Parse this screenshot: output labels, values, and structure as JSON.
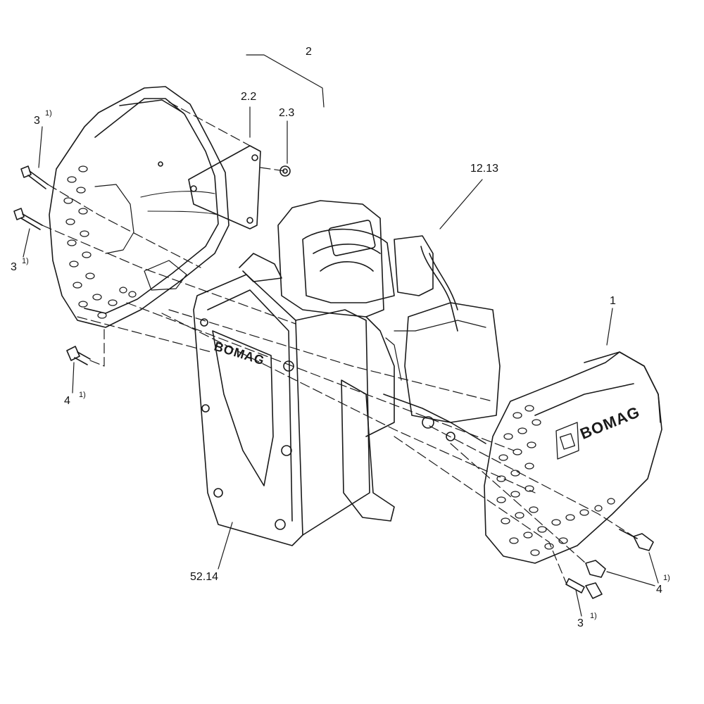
{
  "brand_logos": {
    "left_cover": "BOMAG",
    "right_cover": "BOMAG"
  },
  "callouts": [
    {
      "id": "c-2",
      "label": "2",
      "note": ""
    },
    {
      "id": "c-2-2",
      "label": "2.2",
      "note": ""
    },
    {
      "id": "c-2-3",
      "label": "2.3",
      "note": ""
    },
    {
      "id": "c-3-top",
      "label": "3",
      "note": "1)"
    },
    {
      "id": "c-3-mid",
      "label": "3",
      "note": "1)"
    },
    {
      "id": "c-4-left",
      "label": "4",
      "note": "1)"
    },
    {
      "id": "c-12-13",
      "label": "12.13",
      "note": ""
    },
    {
      "id": "c-1",
      "label": "1",
      "note": ""
    },
    {
      "id": "c-52-14",
      "label": "52.14",
      "note": ""
    },
    {
      "id": "c-4-right",
      "label": "4",
      "note": "1)"
    },
    {
      "id": "c-3-right",
      "label": "3",
      "note": "1)"
    }
  ],
  "colors": {
    "line": "#1a1a1a",
    "paper": "#ffffff",
    "logo_fill": "#1a1a1a"
  }
}
